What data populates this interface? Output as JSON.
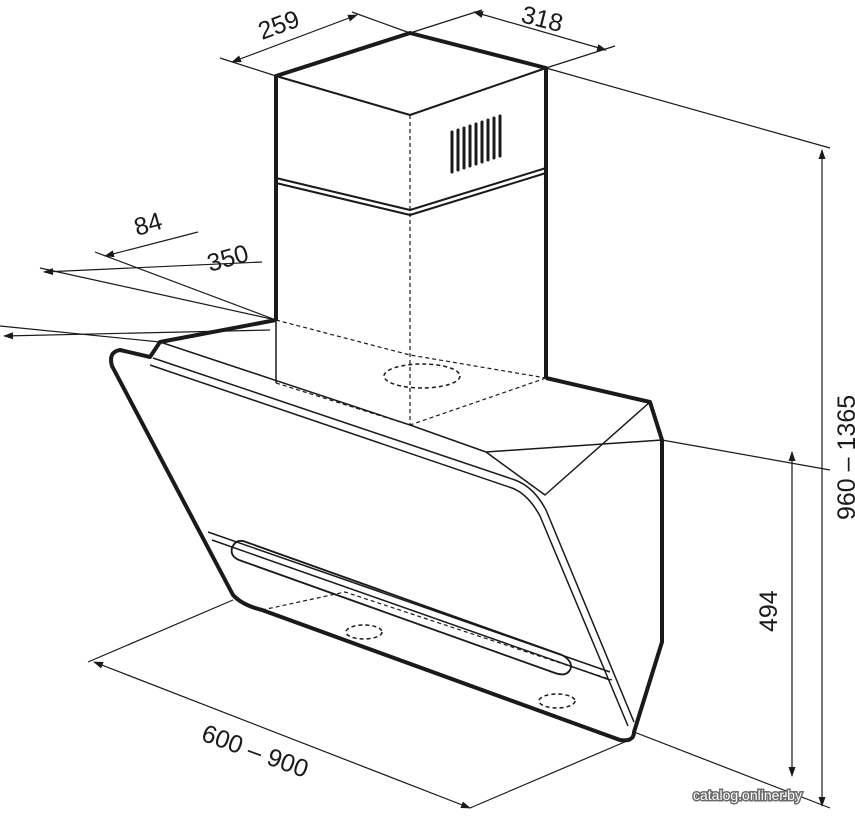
{
  "dimensions": {
    "chimney_depth": "259",
    "chimney_width": "318",
    "offset_top": "84",
    "depth": "350",
    "total_height": "960 – 1365",
    "hood_height": "494",
    "width": "600 – 900"
  },
  "watermark": "catalog.onliner.by"
}
